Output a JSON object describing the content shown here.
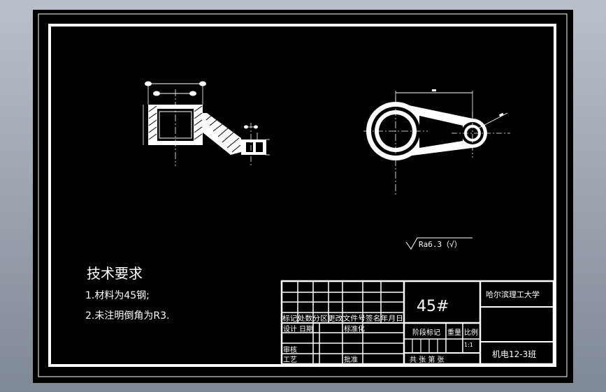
{
  "tech_requirements": {
    "heading": "技术要求",
    "items": [
      "1.材料为45钢;",
      "2.未注明倒角为R3."
    ]
  },
  "surface_finish": "Ra6.3（√）",
  "title_block": {
    "material": "45#",
    "school": "哈尔滨理工大学",
    "class_name": "机电12-3班",
    "row_labels_1": "标记处数分区更改文件号签名年月日",
    "design_label": "设计",
    "year_label": "日期",
    "standard_label": "标准化",
    "review_label": "审核",
    "craft_label": "工艺",
    "approve_label": "批准",
    "stage_label": "阶段标记",
    "weight_label": "重量",
    "scale_label": "比例",
    "scale_value": "1:1",
    "sheets_label": "共    张  第    张"
  }
}
